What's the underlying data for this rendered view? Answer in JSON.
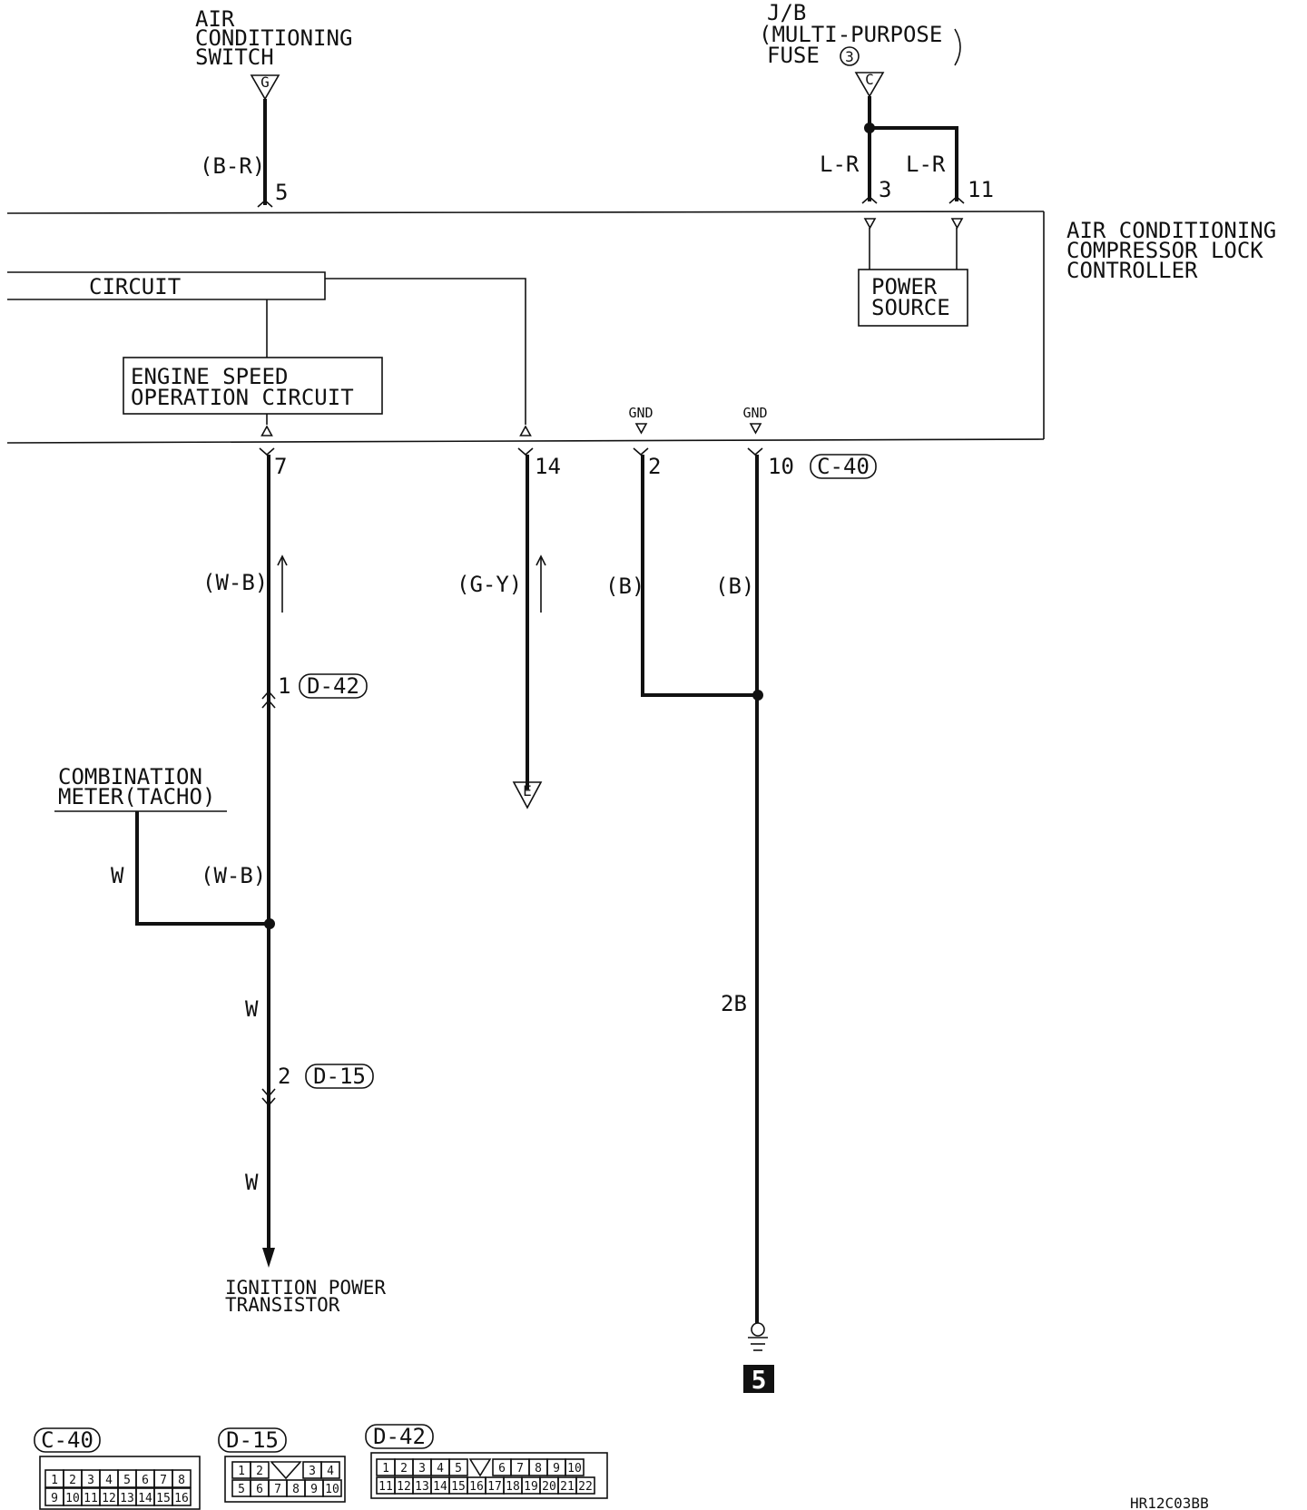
{
  "components": {
    "ac_switch": [
      "AIR",
      "CONDITIONING",
      "SWITCH"
    ],
    "ac_switch_pin": "G",
    "jb": [
      "J/B",
      "(MULTI-PURPOSE",
      "FUSE"
    ],
    "jb_fuse_no": "3",
    "jb_pin": "C",
    "controller": [
      "AIR CONDITIONING",
      "COMPRESSOR LOCK",
      "CONTROLLER"
    ],
    "circuit_box": "CIRCUIT",
    "engine_speed": [
      "ENGINE SPEED",
      "OPERATION CIRCUIT"
    ],
    "power_source": [
      "POWER",
      "SOURCE"
    ],
    "combination_meter": [
      "COMBINATION",
      "METER(TACHO)"
    ],
    "ignition": [
      "IGNITION POWER",
      "TRANSISTOR"
    ],
    "ground_no": "5",
    "e_pin": "E"
  },
  "wires": {
    "b_r": "(B-R)",
    "l_r_1": "L-R",
    "l_r_2": "L-R",
    "w_b_1": "(W-B)",
    "w_b_2": "(W-B)",
    "g_y": "(G-Y)",
    "b_1": "(B)",
    "b_2": "(B)",
    "w_meter": "W",
    "w_1": "W",
    "w_2": "W",
    "two_b": "2B"
  },
  "pins": {
    "p5": "5",
    "p3": "3",
    "p11": "11",
    "p7": "7",
    "p14": "14",
    "p2": "2",
    "p10": "10",
    "d42_1": "1",
    "d15_2": "2",
    "gnd_1": "GND",
    "gnd_2": "GND"
  },
  "connectors": {
    "c40": "C-40",
    "c40_bottom": "C-40",
    "d42": "D-42",
    "d42_bottom": "D-42",
    "d15": "D-15",
    "d15_bottom": "D-15"
  },
  "connector_pins": {
    "c40_row1": [
      "1",
      "2",
      "3",
      "4",
      "5",
      "6",
      "7",
      "8"
    ],
    "c40_row2": [
      "9",
      "10",
      "11",
      "12",
      "13",
      "14",
      "15",
      "16"
    ],
    "d15_row1": [
      "1",
      "2",
      "3",
      "4"
    ],
    "d15_row2": [
      "5",
      "6",
      "7",
      "8",
      "9",
      "10"
    ],
    "d42_row1": [
      "1",
      "2",
      "3",
      "4",
      "5",
      "6",
      "7",
      "8",
      "9",
      "10"
    ],
    "d42_row2": [
      "11",
      "12",
      "13",
      "14",
      "15",
      "16",
      "17",
      "18",
      "19",
      "20",
      "21",
      "22"
    ]
  },
  "code": "HR12C03BB"
}
